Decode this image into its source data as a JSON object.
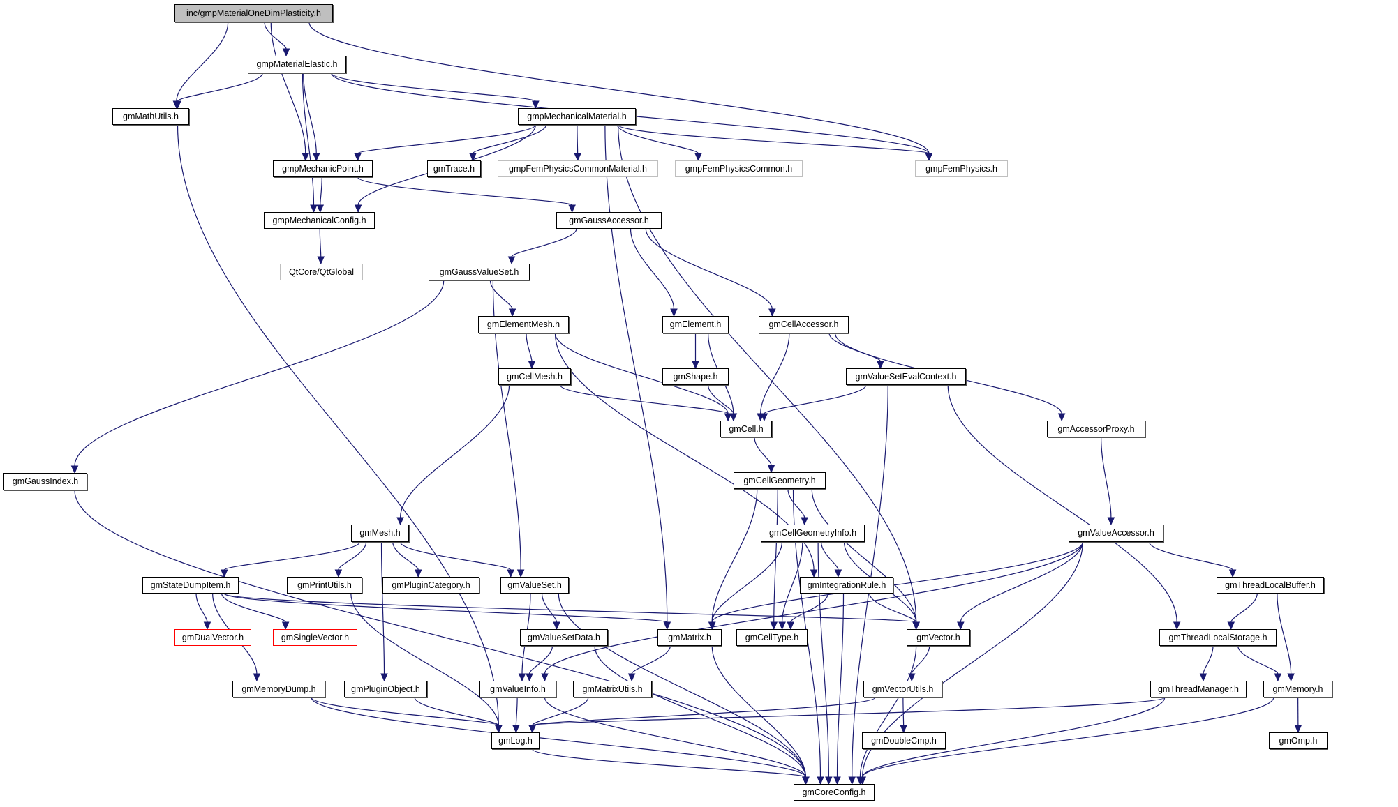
{
  "graph": {
    "title": "inc/gmpMaterialOneDimPlasticity.h",
    "edge_color": "#191970",
    "styles": {
      "root_fill": "#bfbfbf",
      "external_border": "#bfbfbf",
      "missing_border": "#ff0000"
    },
    "nodes": [
      {
        "id": "root",
        "label": "inc/gmpMaterialOneDimPlasticity.h",
        "kind": "root"
      },
      {
        "id": "gmpMaterialElastic",
        "label": "gmpMaterialElastic.h",
        "kind": "normal"
      },
      {
        "id": "gmMathUtils",
        "label": "gmMathUtils.h",
        "kind": "normal"
      },
      {
        "id": "gmpMechanicalMaterial",
        "label": "gmpMechanicalMaterial.h",
        "kind": "normal"
      },
      {
        "id": "gmpMechanicPoint",
        "label": "gmpMechanicPoint.h",
        "kind": "normal"
      },
      {
        "id": "gmTrace",
        "label": "gmTrace.h",
        "kind": "normal"
      },
      {
        "id": "gmpFemPhysicsCommonMaterial",
        "label": "gmpFemPhysicsCommonMaterial.h",
        "kind": "external"
      },
      {
        "id": "gmpFemPhysicsCommon",
        "label": "gmpFemPhysicsCommon.h",
        "kind": "external"
      },
      {
        "id": "gmpFemPhysics",
        "label": "gmpFemPhysics.h",
        "kind": "external"
      },
      {
        "id": "gmpMechanicalConfig",
        "label": "gmpMechanicalConfig.h",
        "kind": "normal"
      },
      {
        "id": "gmGaussAccessor",
        "label": "gmGaussAccessor.h",
        "kind": "normal"
      },
      {
        "id": "QtGlobal",
        "label": "QtCore/QtGlobal",
        "kind": "external"
      },
      {
        "id": "gmGaussValueSet",
        "label": "gmGaussValueSet.h",
        "kind": "normal"
      },
      {
        "id": "gmElementMesh",
        "label": "gmElementMesh.h",
        "kind": "normal"
      },
      {
        "id": "gmElement",
        "label": "gmElement.h",
        "kind": "normal"
      },
      {
        "id": "gmCellAccessor",
        "label": "gmCellAccessor.h",
        "kind": "normal"
      },
      {
        "id": "gmCellMesh",
        "label": "gmCellMesh.h",
        "kind": "normal"
      },
      {
        "id": "gmShape",
        "label": "gmShape.h",
        "kind": "normal"
      },
      {
        "id": "gmValueSetEvalContext",
        "label": "gmValueSetEvalContext.h",
        "kind": "normal"
      },
      {
        "id": "gmCell",
        "label": "gmCell.h",
        "kind": "normal"
      },
      {
        "id": "gmAccessorProxy",
        "label": "gmAccessorProxy.h",
        "kind": "normal"
      },
      {
        "id": "gmGaussIndex",
        "label": "gmGaussIndex.h",
        "kind": "normal"
      },
      {
        "id": "gmCellGeometry",
        "label": "gmCellGeometry.h",
        "kind": "normal"
      },
      {
        "id": "gmMesh",
        "label": "gmMesh.h",
        "kind": "normal"
      },
      {
        "id": "gmCellGeometryInfo",
        "label": "gmCellGeometryInfo.h",
        "kind": "normal"
      },
      {
        "id": "gmValueAccessor",
        "label": "gmValueAccessor.h",
        "kind": "normal"
      },
      {
        "id": "gmStateDumpItem",
        "label": "gmStateDumpItem.h",
        "kind": "normal"
      },
      {
        "id": "gmPrintUtils",
        "label": "gmPrintUtils.h",
        "kind": "normal"
      },
      {
        "id": "gmPluginCategory",
        "label": "gmPluginCategory.h",
        "kind": "normal"
      },
      {
        "id": "gmValueSet",
        "label": "gmValueSet.h",
        "kind": "normal"
      },
      {
        "id": "gmIntegrationRule",
        "label": "gmIntegrationRule.h",
        "kind": "normal"
      },
      {
        "id": "gmThreadLocalBuffer",
        "label": "gmThreadLocalBuffer.h",
        "kind": "normal"
      },
      {
        "id": "gmDualVector",
        "label": "gmDualVector.h",
        "kind": "missing"
      },
      {
        "id": "gmSingleVector",
        "label": "gmSingleVector.h",
        "kind": "missing"
      },
      {
        "id": "gmValueSetData",
        "label": "gmValueSetData.h",
        "kind": "normal"
      },
      {
        "id": "gmMatrix",
        "label": "gmMatrix.h",
        "kind": "normal"
      },
      {
        "id": "gmCellType",
        "label": "gmCellType.h",
        "kind": "normal"
      },
      {
        "id": "gmVector",
        "label": "gmVector.h",
        "kind": "normal"
      },
      {
        "id": "gmThreadLocalStorage",
        "label": "gmThreadLocalStorage.h",
        "kind": "normal"
      },
      {
        "id": "gmMemoryDump",
        "label": "gmMemoryDump.h",
        "kind": "normal"
      },
      {
        "id": "gmPluginObject",
        "label": "gmPluginObject.h",
        "kind": "normal"
      },
      {
        "id": "gmValueInfo",
        "label": "gmValueInfo.h",
        "kind": "normal"
      },
      {
        "id": "gmMatrixUtils",
        "label": "gmMatrixUtils.h",
        "kind": "normal"
      },
      {
        "id": "gmVectorUtils",
        "label": "gmVectorUtils.h",
        "kind": "normal"
      },
      {
        "id": "gmThreadManager",
        "label": "gmThreadManager.h",
        "kind": "normal"
      },
      {
        "id": "gmMemory",
        "label": "gmMemory.h",
        "kind": "normal"
      },
      {
        "id": "gmLog",
        "label": "gmLog.h",
        "kind": "normal"
      },
      {
        "id": "gmDoubleCmp",
        "label": "gmDoubleCmp.h",
        "kind": "normal"
      },
      {
        "id": "gmOmp",
        "label": "gmOmp.h",
        "kind": "normal"
      },
      {
        "id": "gmCoreConfig",
        "label": "gmCoreConfig.h",
        "kind": "normal"
      }
    ],
    "edges": [
      [
        "root",
        "gmpMaterialElastic"
      ],
      [
        "root",
        "gmMathUtils"
      ],
      [
        "root",
        "gmpMechanicPoint"
      ],
      [
        "root",
        "gmpFemPhysics"
      ],
      [
        "gmpMaterialElastic",
        "gmMathUtils"
      ],
      [
        "gmpMaterialElastic",
        "gmpMechanicalMaterial"
      ],
      [
        "gmpMaterialElastic",
        "gmpMechanicPoint"
      ],
      [
        "gmpMaterialElastic",
        "gmpMechanicalConfig"
      ],
      [
        "gmpMaterialElastic",
        "gmpFemPhysics"
      ],
      [
        "gmMathUtils",
        "gmLog"
      ],
      [
        "gmpMechanicalMaterial",
        "gmpMechanicPoint"
      ],
      [
        "gmpMechanicalMaterial",
        "gmpMechanicalConfig"
      ],
      [
        "gmpMechanicalMaterial",
        "gmTrace"
      ],
      [
        "gmpMechanicalMaterial",
        "gmpFemPhysicsCommonMaterial"
      ],
      [
        "gmpMechanicalMaterial",
        "gmpFemPhysicsCommon"
      ],
      [
        "gmpMechanicalMaterial",
        "gmpFemPhysics"
      ],
      [
        "gmpMechanicalMaterial",
        "gmMatrix"
      ],
      [
        "gmpMechanicalMaterial",
        "gmVector"
      ],
      [
        "gmpMechanicPoint",
        "gmpMechanicalConfig"
      ],
      [
        "gmpMechanicPoint",
        "gmGaussAccessor"
      ],
      [
        "gmpMechanicalConfig",
        "QtGlobal"
      ],
      [
        "gmGaussAccessor",
        "gmGaussValueSet"
      ],
      [
        "gmGaussAccessor",
        "gmElement"
      ],
      [
        "gmGaussAccessor",
        "gmCellAccessor"
      ],
      [
        "gmGaussValueSet",
        "gmGaussIndex"
      ],
      [
        "gmGaussValueSet",
        "gmElementMesh"
      ],
      [
        "gmGaussValueSet",
        "gmValueSet"
      ],
      [
        "gmElementMesh",
        "gmCellMesh"
      ],
      [
        "gmElementMesh",
        "gmCell"
      ],
      [
        "gmElementMesh",
        "gmIntegrationRule"
      ],
      [
        "gmElement",
        "gmShape"
      ],
      [
        "gmElement",
        "gmCell"
      ],
      [
        "gmCellAccessor",
        "gmCell"
      ],
      [
        "gmCellAccessor",
        "gmValueSetEvalContext"
      ],
      [
        "gmCellAccessor",
        "gmAccessorProxy"
      ],
      [
        "gmCellMesh",
        "gmCell"
      ],
      [
        "gmCellMesh",
        "gmMesh"
      ],
      [
        "gmShape",
        "gmCell"
      ],
      [
        "gmValueSetEvalContext",
        "gmCell"
      ],
      [
        "gmValueSetEvalContext",
        "gmThreadLocalStorage"
      ],
      [
        "gmValueSetEvalContext",
        "gmCoreConfig"
      ],
      [
        "gmCell",
        "gmCellGeometry"
      ],
      [
        "gmAccessorProxy",
        "gmValueAccessor"
      ],
      [
        "gmGaussIndex",
        "gmCoreConfig"
      ],
      [
        "gmCellGeometry",
        "gmCellGeometryInfo"
      ],
      [
        "gmCellGeometry",
        "gmMatrix"
      ],
      [
        "gmCellGeometry",
        "gmCellType"
      ],
      [
        "gmCellGeometry",
        "gmVector"
      ],
      [
        "gmCellGeometry",
        "gmCoreConfig"
      ],
      [
        "gmMesh",
        "gmStateDumpItem"
      ],
      [
        "gmMesh",
        "gmPrintUtils"
      ],
      [
        "gmMesh",
        "gmPluginCategory"
      ],
      [
        "gmMesh",
        "gmValueSet"
      ],
      [
        "gmMesh",
        "gmPluginObject"
      ],
      [
        "gmCellGeometryInfo",
        "gmIntegrationRule"
      ],
      [
        "gmCellGeometryInfo",
        "gmMatrix"
      ],
      [
        "gmCellGeometryInfo",
        "gmCellType"
      ],
      [
        "gmCellGeometryInfo",
        "gmVector"
      ],
      [
        "gmCellGeometryInfo",
        "gmCoreConfig"
      ],
      [
        "gmValueAccessor",
        "gmMatrix"
      ],
      [
        "gmValueAccessor",
        "gmVector"
      ],
      [
        "gmValueAccessor",
        "gmValueInfo"
      ],
      [
        "gmValueAccessor",
        "gmThreadLocalBuffer"
      ],
      [
        "gmValueAccessor",
        "gmCoreConfig"
      ],
      [
        "gmStateDumpItem",
        "gmDualVector"
      ],
      [
        "gmStateDumpItem",
        "gmSingleVector"
      ],
      [
        "gmStateDumpItem",
        "gmMemoryDump"
      ],
      [
        "gmStateDumpItem",
        "gmMatrix"
      ],
      [
        "gmStateDumpItem",
        "gmVector"
      ],
      [
        "gmPrintUtils",
        "gmLog"
      ],
      [
        "gmValueSet",
        "gmValueSetData"
      ],
      [
        "gmValueSet",
        "gmValueInfo"
      ],
      [
        "gmValueSet",
        "gmCoreConfig"
      ],
      [
        "gmIntegrationRule",
        "gmCellType"
      ],
      [
        "gmIntegrationRule",
        "gmVector"
      ],
      [
        "gmIntegrationRule",
        "gmCoreConfig"
      ],
      [
        "gmThreadLocalBuffer",
        "gmThreadLocalStorage"
      ],
      [
        "gmThreadLocalBuffer",
        "gmMemory"
      ],
      [
        "gmValueSetData",
        "gmValueInfo"
      ],
      [
        "gmValueSetData",
        "gmCoreConfig"
      ],
      [
        "gmMatrix",
        "gmMatrixUtils"
      ],
      [
        "gmMatrix",
        "gmCoreConfig"
      ],
      [
        "gmVector",
        "gmVectorUtils"
      ],
      [
        "gmVector",
        "gmCoreConfig"
      ],
      [
        "gmThreadLocalStorage",
        "gmThreadManager"
      ],
      [
        "gmThreadLocalStorage",
        "gmMemory"
      ],
      [
        "gmMemoryDump",
        "gmLog"
      ],
      [
        "gmMemoryDump",
        "gmCoreConfig"
      ],
      [
        "gmPluginObject",
        "gmLog"
      ],
      [
        "gmValueInfo",
        "gmLog"
      ],
      [
        "gmValueInfo",
        "gmCoreConfig"
      ],
      [
        "gmMatrixUtils",
        "gmLog"
      ],
      [
        "gmVectorUtils",
        "gmLog"
      ],
      [
        "gmVectorUtils",
        "gmDoubleCmp"
      ],
      [
        "gmThreadManager",
        "gmLog"
      ],
      [
        "gmThreadManager",
        "gmCoreConfig"
      ],
      [
        "gmMemory",
        "gmOmp"
      ],
      [
        "gmMemory",
        "gmCoreConfig"
      ],
      [
        "gmLog",
        "gmCoreConfig"
      ]
    ]
  }
}
